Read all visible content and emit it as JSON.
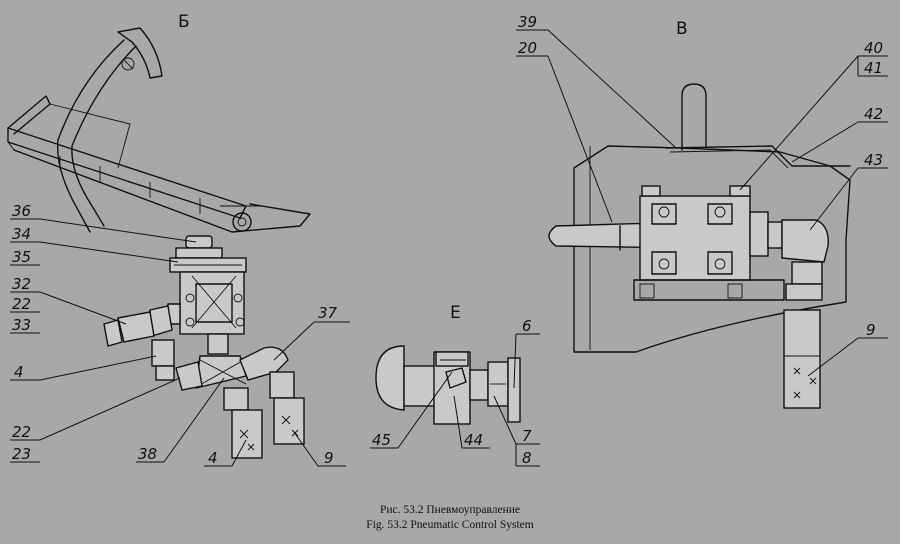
{
  "views": {
    "b": "Б",
    "v": "В",
    "e": "Е"
  },
  "callouts": {
    "n36": "36",
    "n34": "34",
    "n35": "35",
    "n32": "32",
    "n22a": "22",
    "n33": "33",
    "n4a": "4",
    "n22b": "22",
    "n23": "23",
    "n38": "38",
    "n4b": "4",
    "n9a": "9",
    "n37": "37",
    "n45": "45",
    "n44": "44",
    "n6": "6",
    "n7": "7",
    "n8": "8",
    "n39": "39",
    "n20": "20",
    "n40": "40",
    "n41": "41",
    "n42": "42",
    "n43": "43",
    "n9b": "9"
  },
  "caption": {
    "ru": "Рис. 53.2 Пневмоуправление",
    "en": "Fig. 53.2 Pneumatic Control System"
  }
}
